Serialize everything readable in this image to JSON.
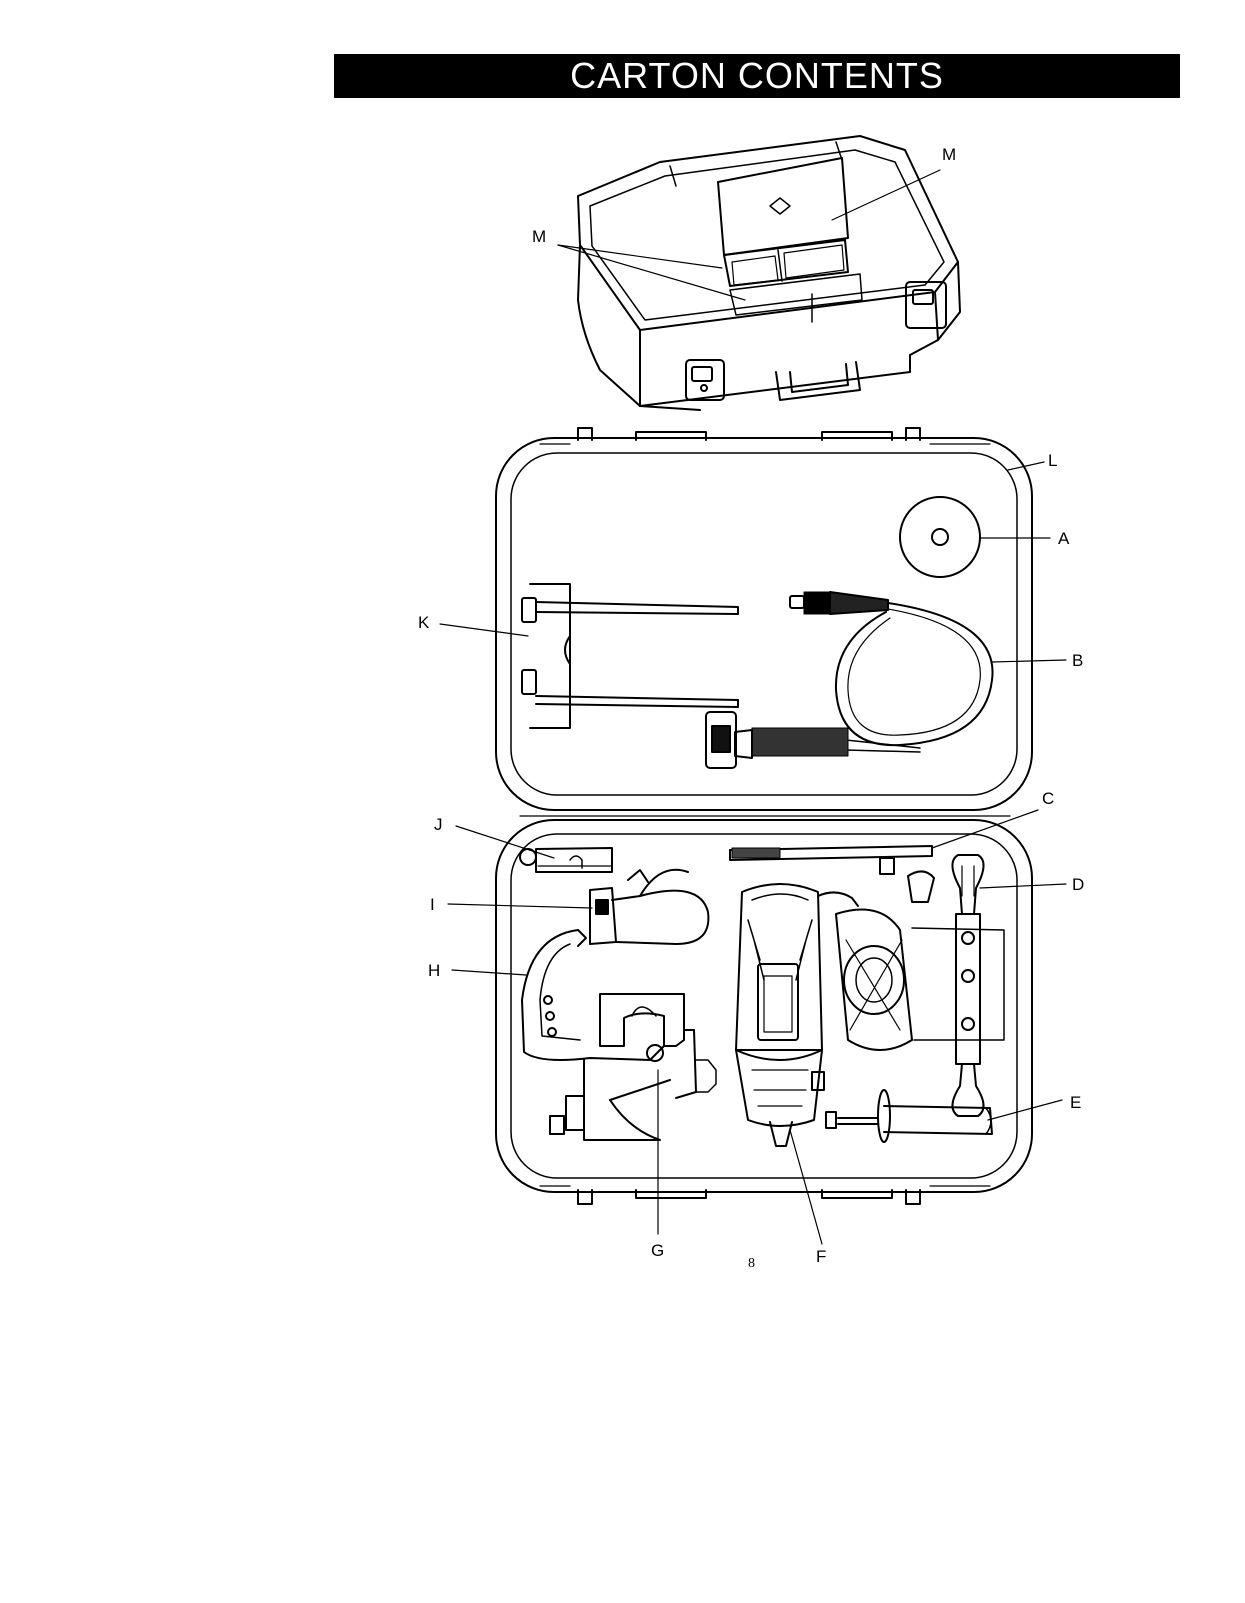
{
  "header": {
    "title": "CARTON CONTENTS"
  },
  "page_number": "8",
  "callouts": {
    "a": "A",
    "b": "B",
    "c": "C",
    "d": "D",
    "e": "E",
    "f": "F",
    "g": "G",
    "h": "H",
    "i": "I",
    "j": "J",
    "k": "K",
    "l": "L",
    "m": "M"
  },
  "colors": {
    "ink": "#000000",
    "paper": "#ffffff"
  }
}
